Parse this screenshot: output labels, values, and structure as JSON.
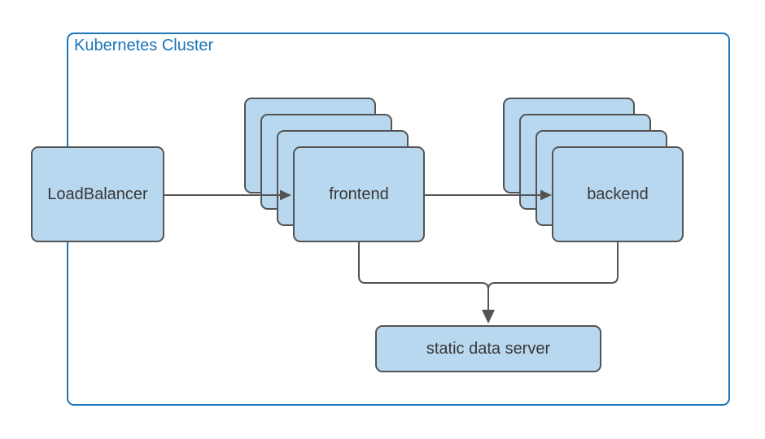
{
  "diagram": {
    "cluster": {
      "label": "Kubernetes Cluster"
    },
    "nodes": {
      "load_balancer": {
        "label": "LoadBalancer",
        "replicas": 1
      },
      "frontend": {
        "label": "frontend",
        "replicas": 4
      },
      "backend": {
        "label": "backend",
        "replicas": 4
      },
      "static_data_server": {
        "label": "static data server",
        "replicas": 1
      }
    },
    "edges": [
      {
        "from": "LoadBalancer",
        "to": "frontend",
        "arrow": true
      },
      {
        "from": "frontend",
        "to": "backend",
        "arrow": true
      },
      {
        "from": "frontend",
        "to": "static data server",
        "arrow": true
      },
      {
        "from": "backend",
        "to": "static data server",
        "arrow": true
      }
    ],
    "colors": {
      "background": "#ffffff",
      "cluster_border": "#1a75bb",
      "cluster_label_text": "#1a75bb",
      "node_fill": "#b8d8f0",
      "node_border": "#545454",
      "node_text": "#383838",
      "connector": "#545454"
    }
  }
}
